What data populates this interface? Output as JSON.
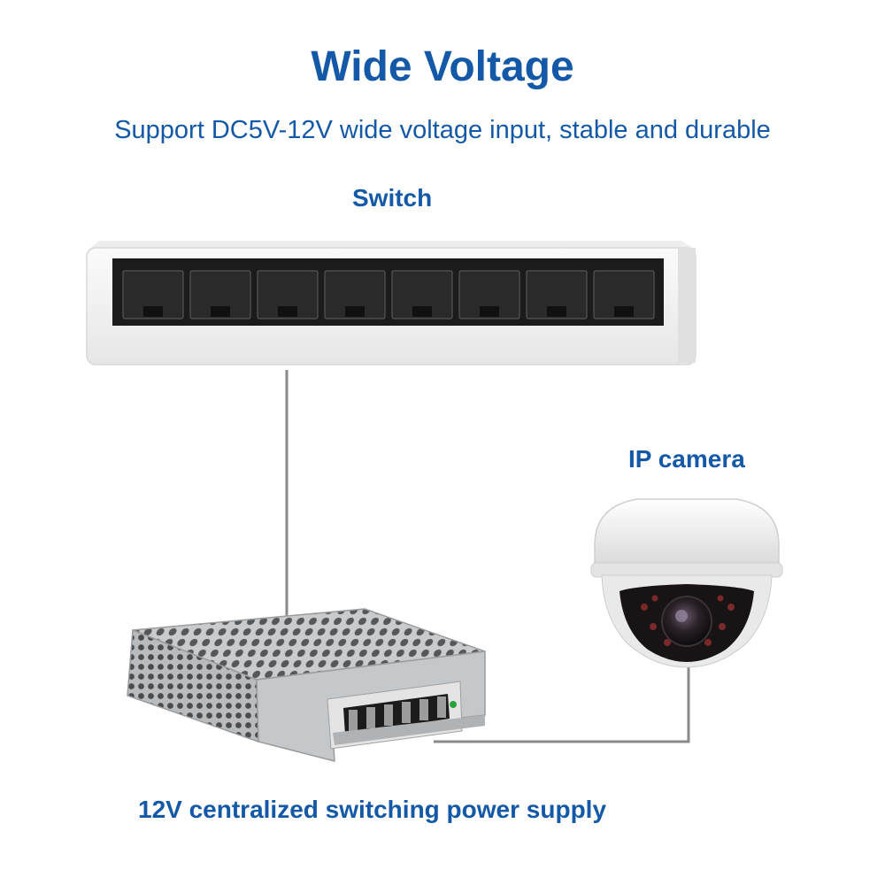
{
  "header": {
    "title": "Wide Voltage",
    "subtitle": "Support DC5V-12V wide voltage input, stable and durable"
  },
  "labels": {
    "switch": "Switch",
    "camera": "IP camera",
    "power_supply": "12V centralized switching power supply"
  },
  "devices": {
    "switch": {
      "icon": "ethernet-switch",
      "port_count": 8
    },
    "camera": {
      "icon": "dome-ip-camera"
    },
    "power_supply": {
      "icon": "switching-power-supply"
    }
  },
  "colors": {
    "text_blue": "#1459a8",
    "cable_gray": "#8a8a8a",
    "device_white": "#f4f4f4",
    "psu_metal": "#bfc2c4"
  }
}
